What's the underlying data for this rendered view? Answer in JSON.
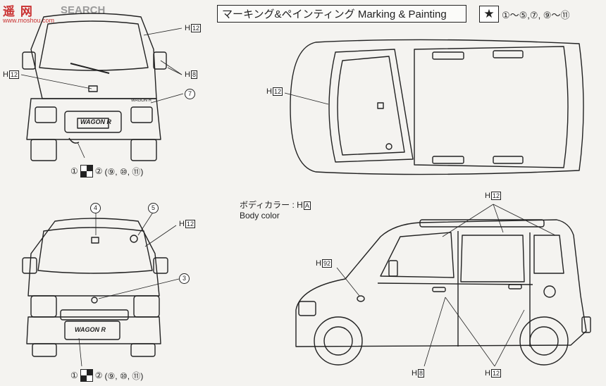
{
  "watermark": {
    "brand": "遥 网",
    "sub": "www.moshou.com",
    "search": "SEARCH"
  },
  "title": "マーキング&ペインティング  Marking & Painting",
  "legend": {
    "star_glyph": "★",
    "text": "①～⑤,⑦, ⑨～⑪"
  },
  "labels": {
    "h12": "H",
    "h12_num": "12",
    "h8": "H",
    "h8_num": "8",
    "h92": "H",
    "h92_num": "92",
    "c7": "7",
    "c4": "4",
    "c5": "5",
    "c3": "3",
    "rear_combo": "① ■ ② (⑨, ⑩, ⑪)",
    "front_combo": "① ■ ② (⑨, ⑩, ⑪)",
    "combo_1": "①",
    "combo_2": "②",
    "combo_rest": "(⑨, ⑩, ⑪)"
  },
  "body_color": {
    "jp": "ボディカラー : H",
    "jp_box": "A",
    "en": "Body color"
  },
  "plate": "WAGON R",
  "badge": "WAGON R"
}
